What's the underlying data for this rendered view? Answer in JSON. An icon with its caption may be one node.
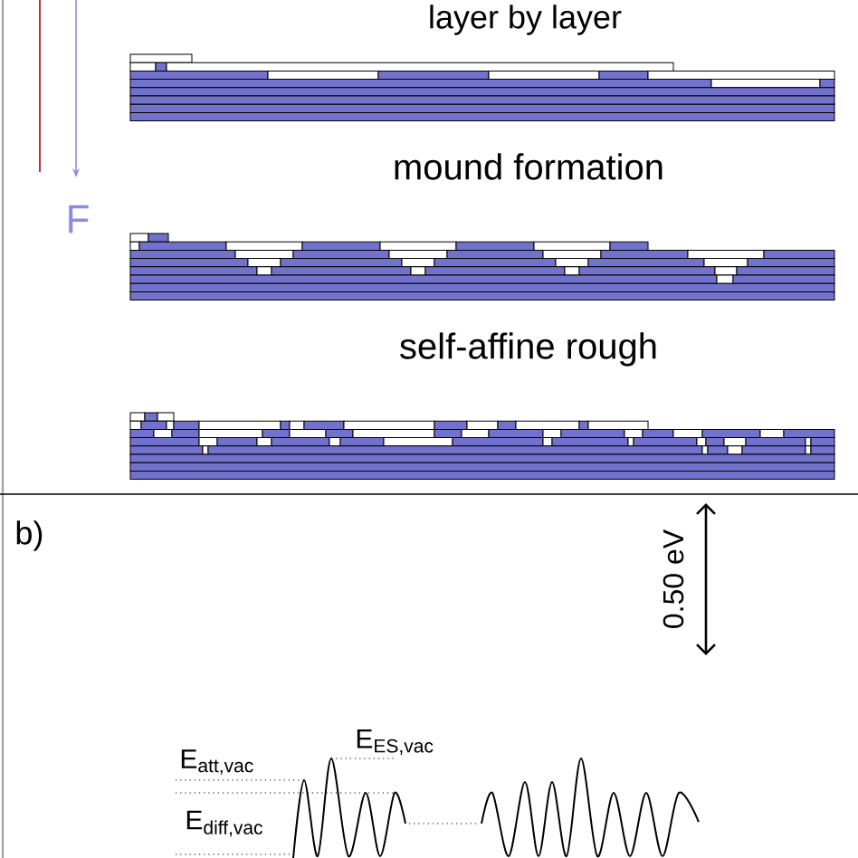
{
  "diagram": {
    "labels": [
      "layer by layer",
      "F",
      "mound formation",
      "self-affine rough",
      "b)",
      "0.50 eV",
      "E$_{ES,vac}$",
      "E$_{att,vac}$",
      "E$_{diff,vac}$"
    ]
  }
}
